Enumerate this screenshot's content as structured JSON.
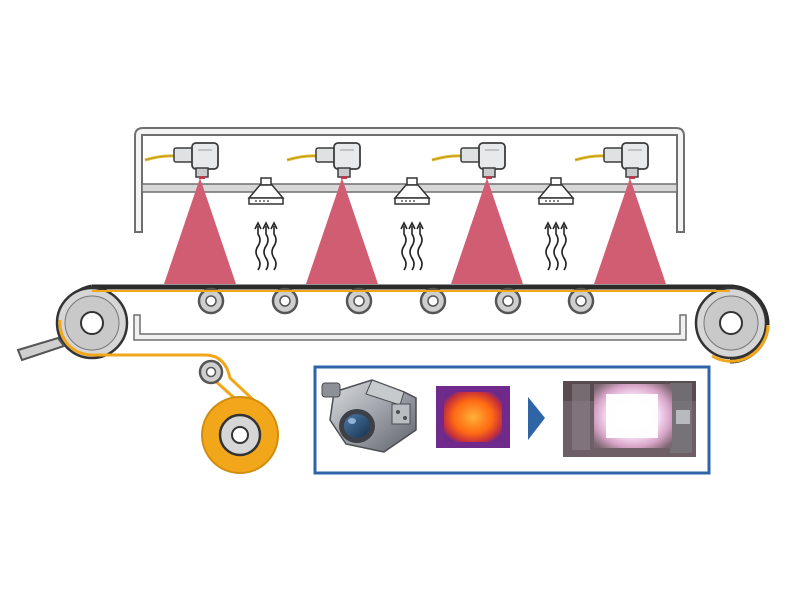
{
  "figure": {
    "sensor_count": 4,
    "gas_nozzle_count": 3,
    "roller_count": 6,
    "colors": {
      "frame": "#6f6f6f",
      "frame_fill": "#f4f4f4",
      "beam": "#d8d8d8",
      "cable": "#e7bf2f",
      "ir_cone": "#d05d72",
      "strip": "#f2a71b",
      "box_border": "#2f64a6",
      "arrow_blue": "#2f64a6",
      "roller_rim": "#555555",
      "roller_fill": "#cfcfcf",
      "thermal_outer": "#7a2c8e",
      "thermal_inner": "#ff7a1a",
      "hot_spot": "#ffffff"
    },
    "icons": {
      "sensor": "infrared-pyrometer-icon",
      "nozzle": "gas-nozzle-icon",
      "heat": "heat-waves-icon",
      "camera": "thermal-camera-icon",
      "thermal_image": "thermal-image-icon",
      "arrow": "arrow-right-icon",
      "photo": "hot-spot-photo-icon"
    }
  }
}
